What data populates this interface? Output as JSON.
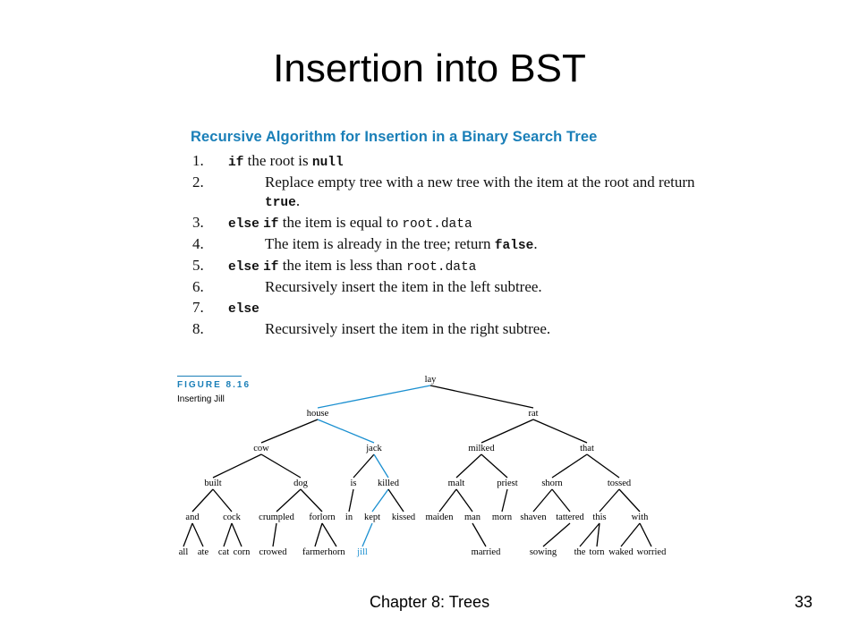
{
  "slide": {
    "title": "Insertion into BST",
    "footer_left": "Chapter 8: Trees",
    "page_number": "33"
  },
  "algorithm": {
    "heading": "Recursive Algorithm for Insertion in a Binary Search Tree",
    "steps": [
      {
        "num": "1.",
        "parts": [
          {
            "k": "if"
          },
          " the root is ",
          {
            "k": "null"
          }
        ]
      },
      {
        "num": "2.",
        "indent": true,
        "parts": [
          "Replace empty tree with a new tree with the item at the root and return ",
          {
            "k": "true"
          },
          "."
        ]
      },
      {
        "num": "3.",
        "parts": [
          {
            "k": "else"
          },
          " ",
          {
            "k": "if"
          },
          " the item is equal to ",
          {
            "c": "root.data"
          }
        ]
      },
      {
        "num": "4.",
        "indent": true,
        "parts": [
          "The item is already in the tree; return ",
          {
            "k": "false"
          },
          "."
        ]
      },
      {
        "num": "5.",
        "parts": [
          {
            "k": "else"
          },
          " ",
          {
            "k": "if"
          },
          " the item is less than ",
          {
            "c": "root.data"
          }
        ]
      },
      {
        "num": "6.",
        "indent": true,
        "parts": [
          "Recursively insert the item in the left subtree."
        ]
      },
      {
        "num": "7.",
        "parts": [
          {
            "k": "else"
          }
        ]
      },
      {
        "num": "8.",
        "indent": true,
        "parts": [
          "Recursively insert the item in the right subtree."
        ]
      }
    ]
  },
  "figure": {
    "label": "FIGURE 8.16",
    "caption": "Inserting Jill",
    "highlight_color": "#1a8fd0",
    "line_color": "#000000",
    "nodes": [
      {
        "id": "lay",
        "label": "lay"
      },
      {
        "id": "house",
        "label": "house",
        "parent": "lay"
      },
      {
        "id": "rat",
        "label": "rat",
        "parent": "lay"
      },
      {
        "id": "cow",
        "label": "cow",
        "parent": "house"
      },
      {
        "id": "jack",
        "label": "jack",
        "parent": "house"
      },
      {
        "id": "milked",
        "label": "milked",
        "parent": "rat"
      },
      {
        "id": "that",
        "label": "that",
        "parent": "rat"
      },
      {
        "id": "built",
        "label": "built",
        "parent": "cow"
      },
      {
        "id": "dog",
        "label": "dog",
        "parent": "cow"
      },
      {
        "id": "is",
        "label": "is",
        "parent": "jack"
      },
      {
        "id": "killed",
        "label": "killed",
        "parent": "jack"
      },
      {
        "id": "malt",
        "label": "malt",
        "parent": "milked"
      },
      {
        "id": "priest",
        "label": "priest",
        "parent": "milked"
      },
      {
        "id": "shorn",
        "label": "shorn",
        "parent": "that"
      },
      {
        "id": "tossed",
        "label": "tossed",
        "parent": "that"
      },
      {
        "id": "and",
        "label": "and",
        "parent": "built"
      },
      {
        "id": "cock",
        "label": "cock",
        "parent": "built"
      },
      {
        "id": "crumpled",
        "label": "crumpled",
        "parent": "dog"
      },
      {
        "id": "forlorn",
        "label": "forlorn",
        "parent": "dog"
      },
      {
        "id": "in",
        "label": "in",
        "parent": "is"
      },
      {
        "id": "kept",
        "label": "kept",
        "parent": "killed"
      },
      {
        "id": "kissed",
        "label": "kissed",
        "parent": "killed"
      },
      {
        "id": "maiden",
        "label": "maiden",
        "parent": "malt"
      },
      {
        "id": "man",
        "label": "man",
        "parent": "malt"
      },
      {
        "id": "morn",
        "label": "morn",
        "parent": "priest"
      },
      {
        "id": "shaven",
        "label": "shaven",
        "parent": "shorn"
      },
      {
        "id": "tattered",
        "label": "tattered",
        "parent": "shorn"
      },
      {
        "id": "this",
        "label": "this",
        "parent": "tossed"
      },
      {
        "id": "with",
        "label": "with",
        "parent": "tossed"
      },
      {
        "id": "all",
        "label": "all",
        "parent": "and"
      },
      {
        "id": "ate",
        "label": "ate",
        "parent": "and"
      },
      {
        "id": "cat",
        "label": "cat",
        "parent": "cock"
      },
      {
        "id": "corn",
        "label": "corn",
        "parent": "cock"
      },
      {
        "id": "crowed",
        "label": "crowed",
        "parent": "crumpled"
      },
      {
        "id": "farmer",
        "label": "farmer",
        "parent": "forlorn"
      },
      {
        "id": "horn",
        "label": "horn",
        "parent": "forlorn"
      },
      {
        "id": "jill",
        "label": "jill",
        "parent": "kept",
        "highlight": true
      },
      {
        "id": "married",
        "label": "married",
        "parent": "man"
      },
      {
        "id": "sowing",
        "label": "sowing",
        "parent": "tattered"
      },
      {
        "id": "the",
        "label": "the",
        "parent": "this"
      },
      {
        "id": "torn",
        "label": "torn",
        "parent": "this"
      },
      {
        "id": "waked",
        "label": "waked",
        "parent": "with"
      },
      {
        "id": "worried",
        "label": "worried",
        "parent": "with"
      }
    ],
    "highlight_path": [
      "lay",
      "house",
      "jack",
      "killed",
      "kept",
      "jill"
    ]
  }
}
